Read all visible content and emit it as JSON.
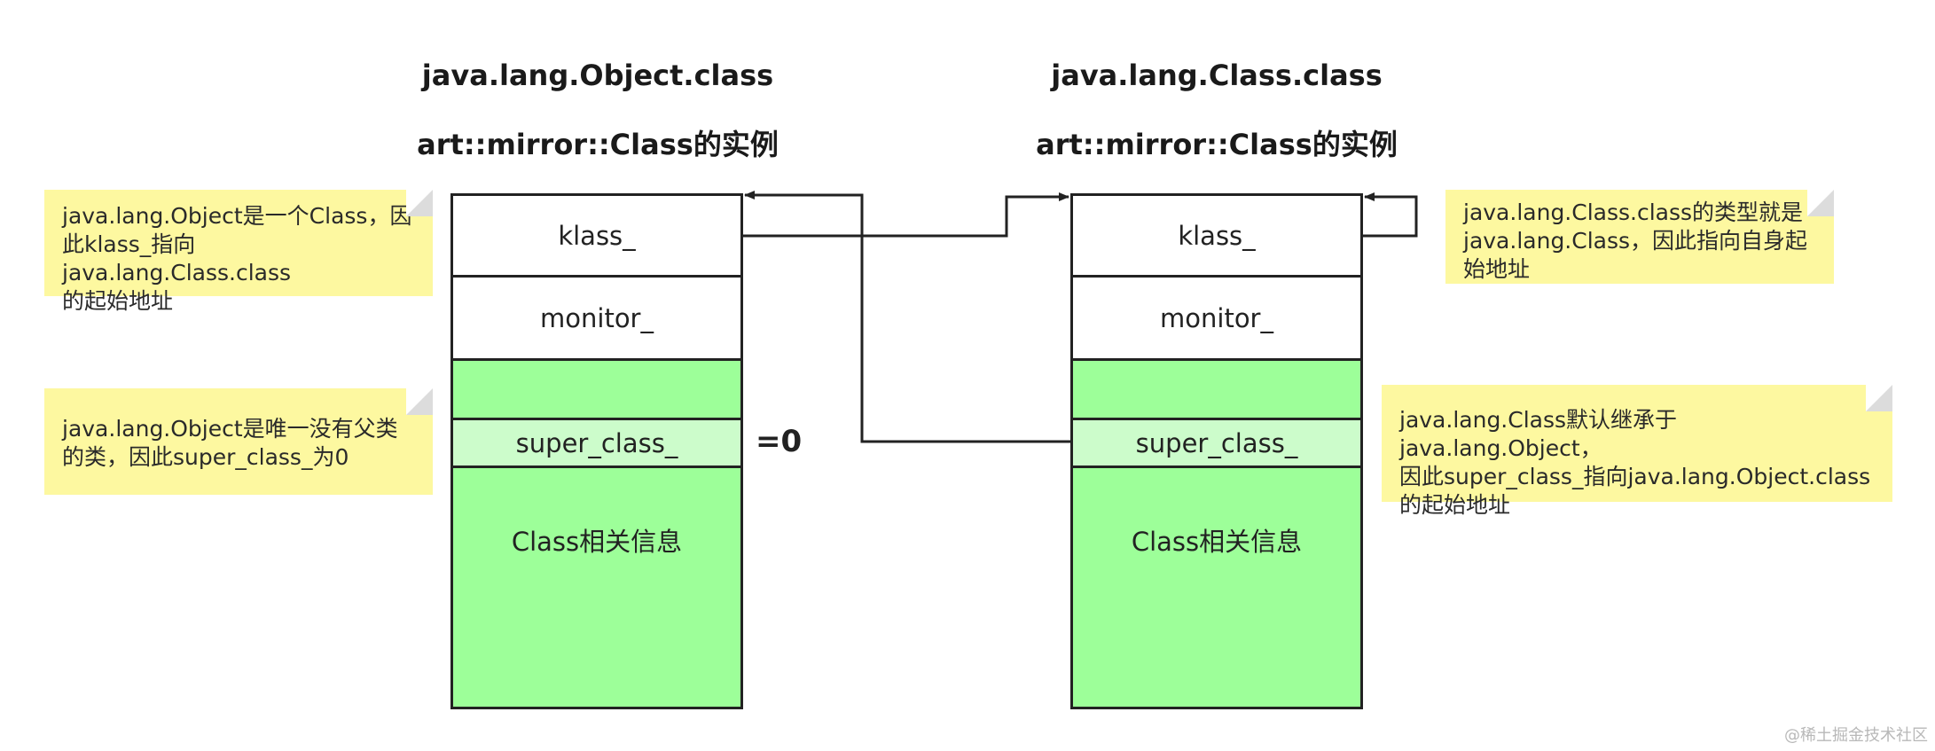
{
  "left": {
    "title": "java.lang.Object.class",
    "subtitle": "art::mirror::Class的实例",
    "fields": {
      "klass": "klass_",
      "monitor": "monitor_",
      "super_class": "super_class_",
      "info": "Class相关信息"
    }
  },
  "right": {
    "title": "java.lang.Class.class",
    "subtitle": "art::mirror::Class的实例",
    "fields": {
      "klass": "klass_",
      "monitor": "monitor_",
      "super_class": "super_class_",
      "info": "Class相关信息"
    }
  },
  "zero_label": "=0",
  "notes": {
    "object_klass": [
      "java.lang.Object是一个Class，因",
      "此klass_指向java.lang.Class.class",
      "的起始地址"
    ],
    "object_super": [
      "java.lang.Object是唯一没有父类",
      "的类，因此super_class_为0"
    ],
    "class_klass": [
      "java.lang.Class.class的类型就是",
      "java.lang.Class，因此指向自身起",
      "始地址"
    ],
    "class_super": [
      "java.lang.Class默认继承于java.lang.Object，",
      "因此super_class_指向java.lang.Object.class",
      "的起始地址"
    ]
  },
  "colors": {
    "field_green": "#9dff99",
    "field_light_green": "#ccfccb",
    "note_yellow": "#fdf8a0",
    "line": "#222222"
  },
  "watermark": "@稀土掘金技术社区"
}
